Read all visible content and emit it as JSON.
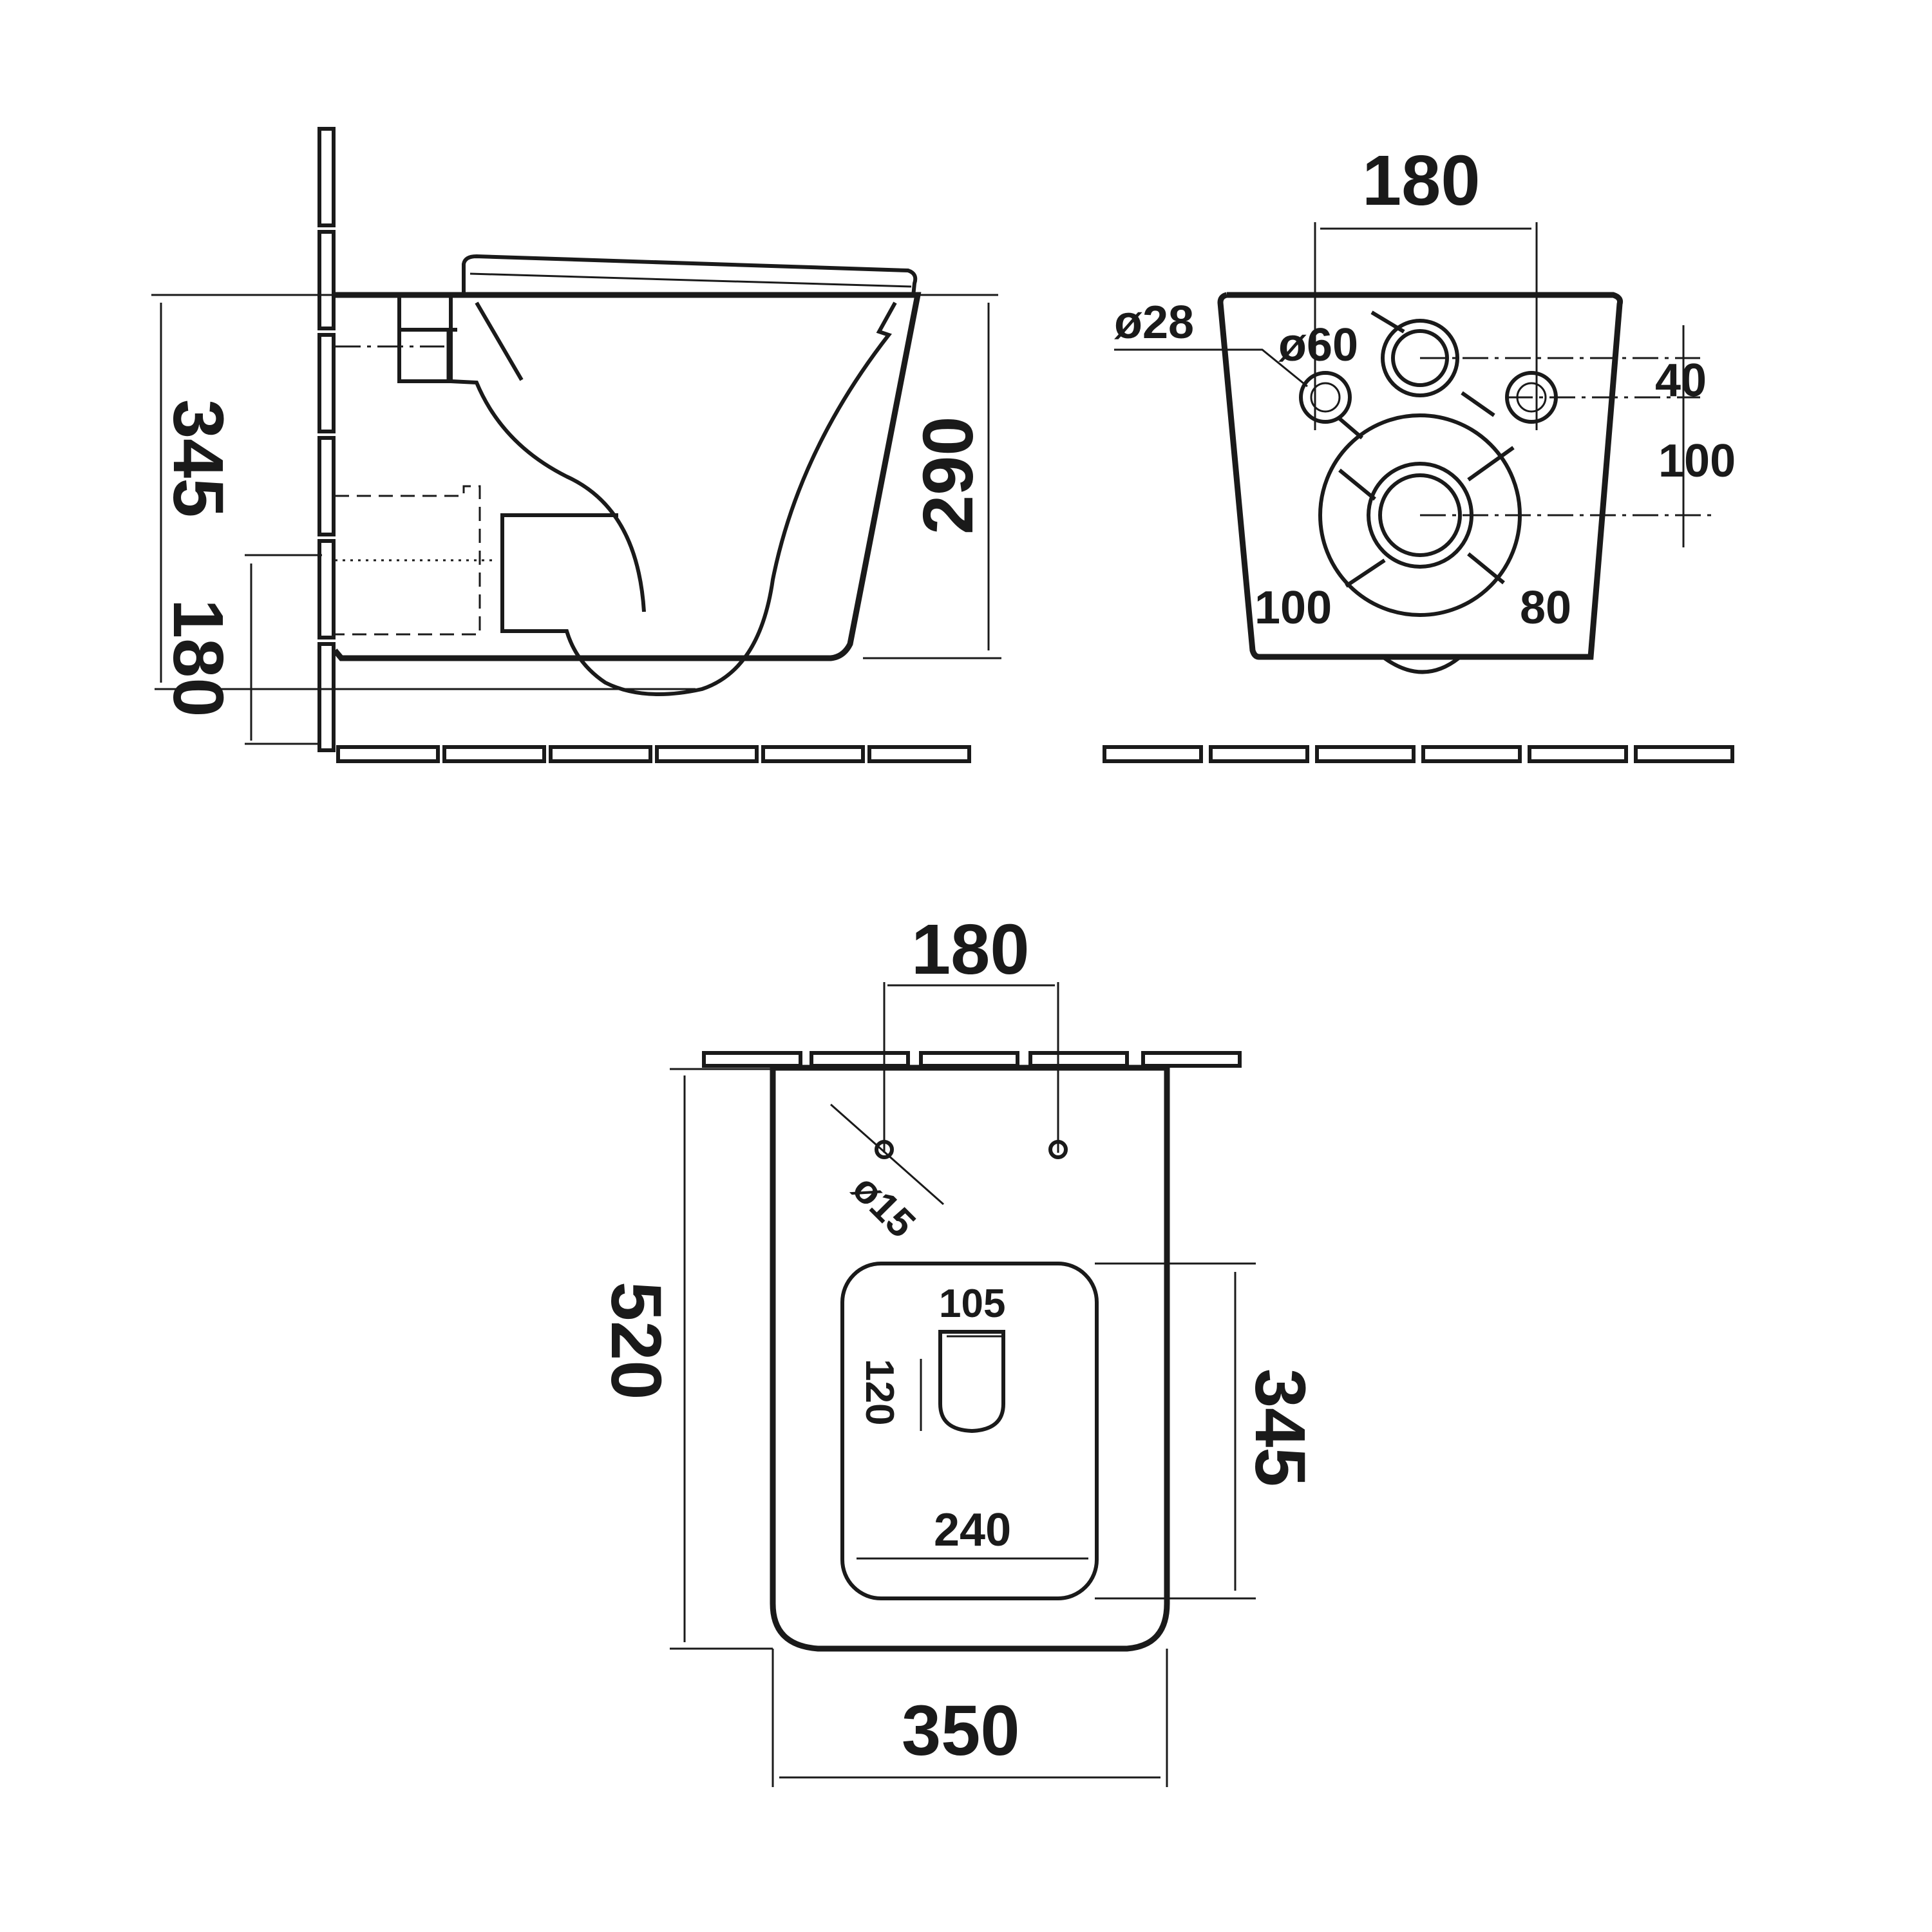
{
  "drawing": {
    "subject": "wall-hung toilet technical drawing",
    "units": "mm",
    "views": [
      {
        "name": "side-view",
        "dimensions": {
          "overall_height": "345",
          "waste_height": "180",
          "bowl_height": "290"
        }
      },
      {
        "name": "rear-view",
        "dimensions": {
          "fixing_spacing": "180",
          "fixing_hole_diameter": "ø28",
          "inlet_diameter": "ø60",
          "inlet_to_fixing_vertical": "40",
          "fixing_to_outlet_vertical": "100",
          "outlet_outer_left": "100",
          "outlet_inner_right": "80"
        }
      },
      {
        "name": "top-view",
        "dimensions": {
          "fixing_spacing": "180",
          "fixing_hole_diameter": "ø15",
          "overall_length": "520",
          "overall_width": "350",
          "bowl_opening_length": "345",
          "bowl_opening_width": "240",
          "outlet_width": "105",
          "outlet_length": "120"
        }
      }
    ]
  }
}
